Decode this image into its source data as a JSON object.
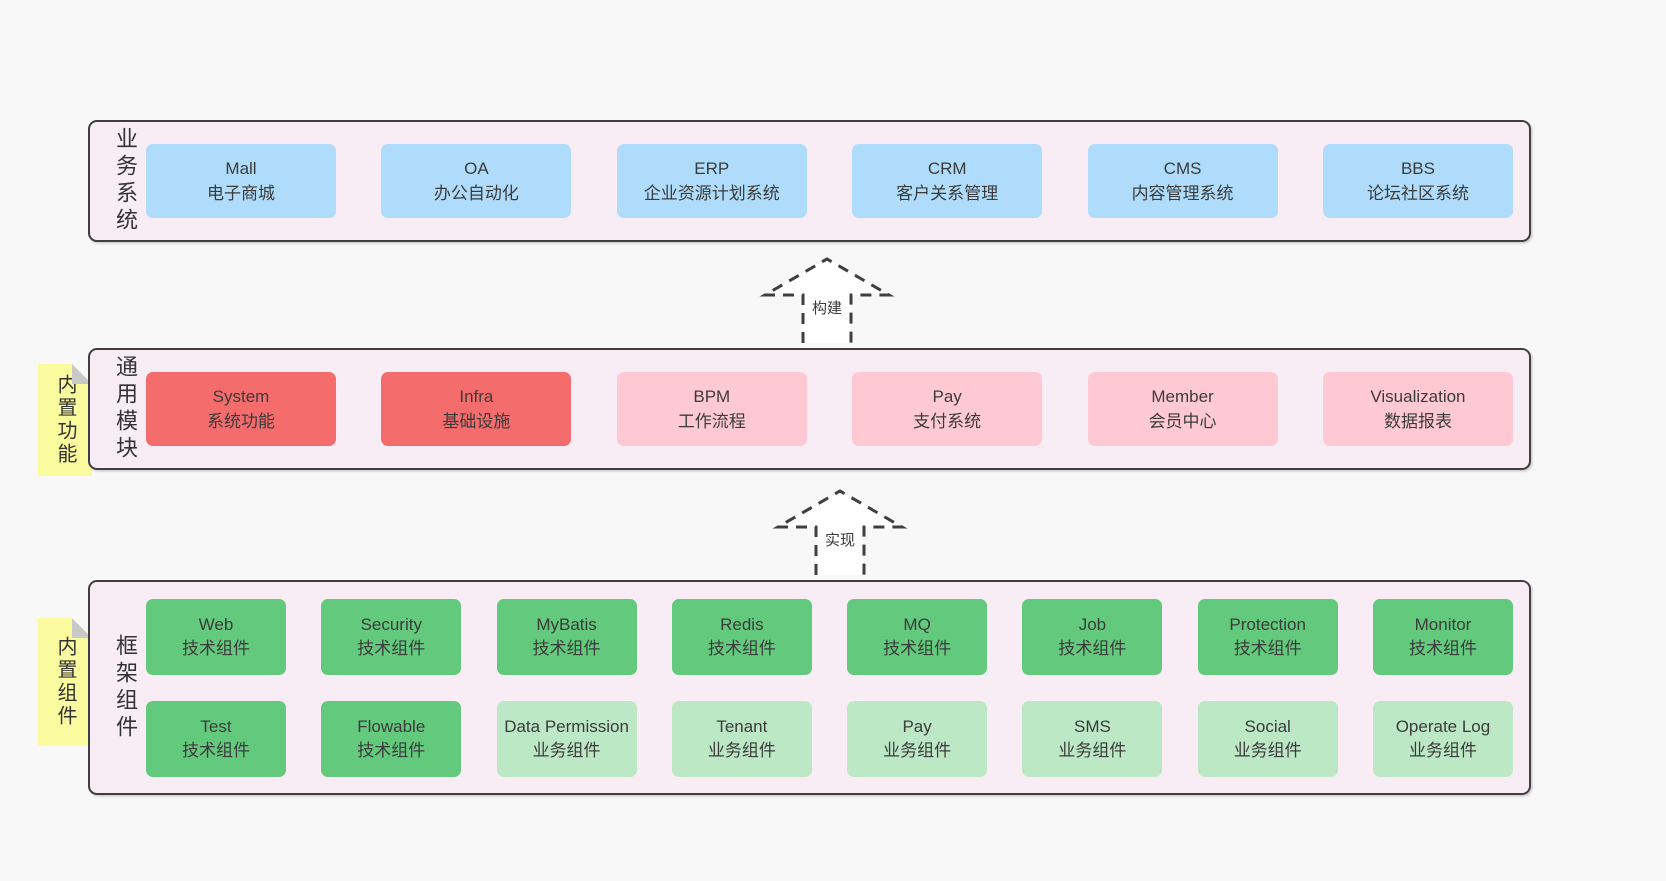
{
  "colors": {
    "page_bg": "#f8f8f8",
    "panel_bg": "#f8edf5",
    "panel_border": "#3f3f3f",
    "blue_box": "#aedcfa",
    "red_box": "#f56c6c",
    "pink_box": "#ffc9d3",
    "green_box": "#63c97d",
    "light_green_box": "#bce8c6",
    "note_bg": "#fafa9e",
    "note_fold": "#c9c9c9",
    "text": "#3b3b3b"
  },
  "arrows": [
    {
      "label": "构建"
    },
    {
      "label": "实现"
    }
  ],
  "layers": [
    {
      "label": "业务系统",
      "boxes": [
        {
          "title": "Mall",
          "subtitle": "电子商城"
        },
        {
          "title": "OA",
          "subtitle": "办公自动化"
        },
        {
          "title": "ERP",
          "subtitle": "企业资源计划系统"
        },
        {
          "title": "CRM",
          "subtitle": "客户关系管理"
        },
        {
          "title": "CMS",
          "subtitle": "内容管理系统"
        },
        {
          "title": "BBS",
          "subtitle": "论坛社区系统"
        }
      ]
    },
    {
      "label": "通用模块",
      "note": "内置功能",
      "boxes": [
        {
          "title": "System",
          "subtitle": "系统功能"
        },
        {
          "title": "Infra",
          "subtitle": "基础设施"
        },
        {
          "title": "BPM",
          "subtitle": "工作流程"
        },
        {
          "title": "Pay",
          "subtitle": "支付系统"
        },
        {
          "title": "Member",
          "subtitle": "会员中心"
        },
        {
          "title": "Visualization",
          "subtitle": "数据报表"
        }
      ]
    },
    {
      "label": "框架组件",
      "note": "内置组件",
      "rows": [
        [
          {
            "title": "Web",
            "subtitle": "技术组件"
          },
          {
            "title": "Security",
            "subtitle": "技术组件"
          },
          {
            "title": "MyBatis",
            "subtitle": "技术组件"
          },
          {
            "title": "Redis",
            "subtitle": "技术组件"
          },
          {
            "title": "MQ",
            "subtitle": "技术组件"
          },
          {
            "title": "Job",
            "subtitle": "技术组件"
          },
          {
            "title": "Protection",
            "subtitle": "技术组件"
          },
          {
            "title": "Monitor",
            "subtitle": "技术组件"
          }
        ],
        [
          {
            "title": "Test",
            "subtitle": "技术组件"
          },
          {
            "title": "Flowable",
            "subtitle": "技术组件"
          },
          {
            "title": "Data Permission",
            "subtitle": "业务组件"
          },
          {
            "title": "Tenant",
            "subtitle": "业务组件"
          },
          {
            "title": "Pay",
            "subtitle": "业务组件"
          },
          {
            "title": "SMS",
            "subtitle": "业务组件"
          },
          {
            "title": "Social",
            "subtitle": "业务组件"
          },
          {
            "title": "Operate Log",
            "subtitle": "业务组件"
          }
        ]
      ]
    }
  ]
}
